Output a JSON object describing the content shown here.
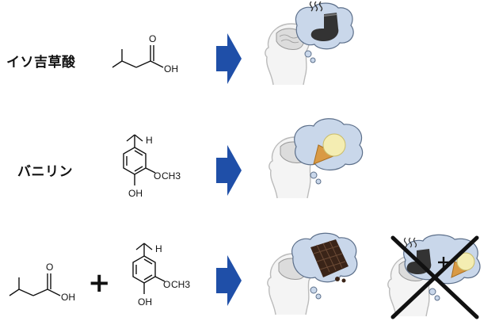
{
  "rows": [
    {
      "label": "イソ吉草酸",
      "molecule": "isovaleric-acid",
      "thought": "sock"
    },
    {
      "label": "バニリン",
      "molecule": "vanillin",
      "thought": "ice-cream"
    },
    {
      "label": "",
      "molecule": "isovaleric-acid + vanillin",
      "thought": "chocolate",
      "negated_thought": "sock + ice-cream"
    }
  ],
  "atoms": {
    "oh": "OH",
    "h": "H",
    "ome": "O",
    "ch3": "CH3"
  },
  "plus_symbol": "+",
  "colors": {
    "arrow": "#1f4fa8",
    "cloud": "#c9d7ea",
    "cloud_edge": "#5c6f8a",
    "sock": "#333333",
    "cone": "#d99a45",
    "cream": "#f4edb2",
    "choco": "#3a2418",
    "cross": "#111111"
  }
}
